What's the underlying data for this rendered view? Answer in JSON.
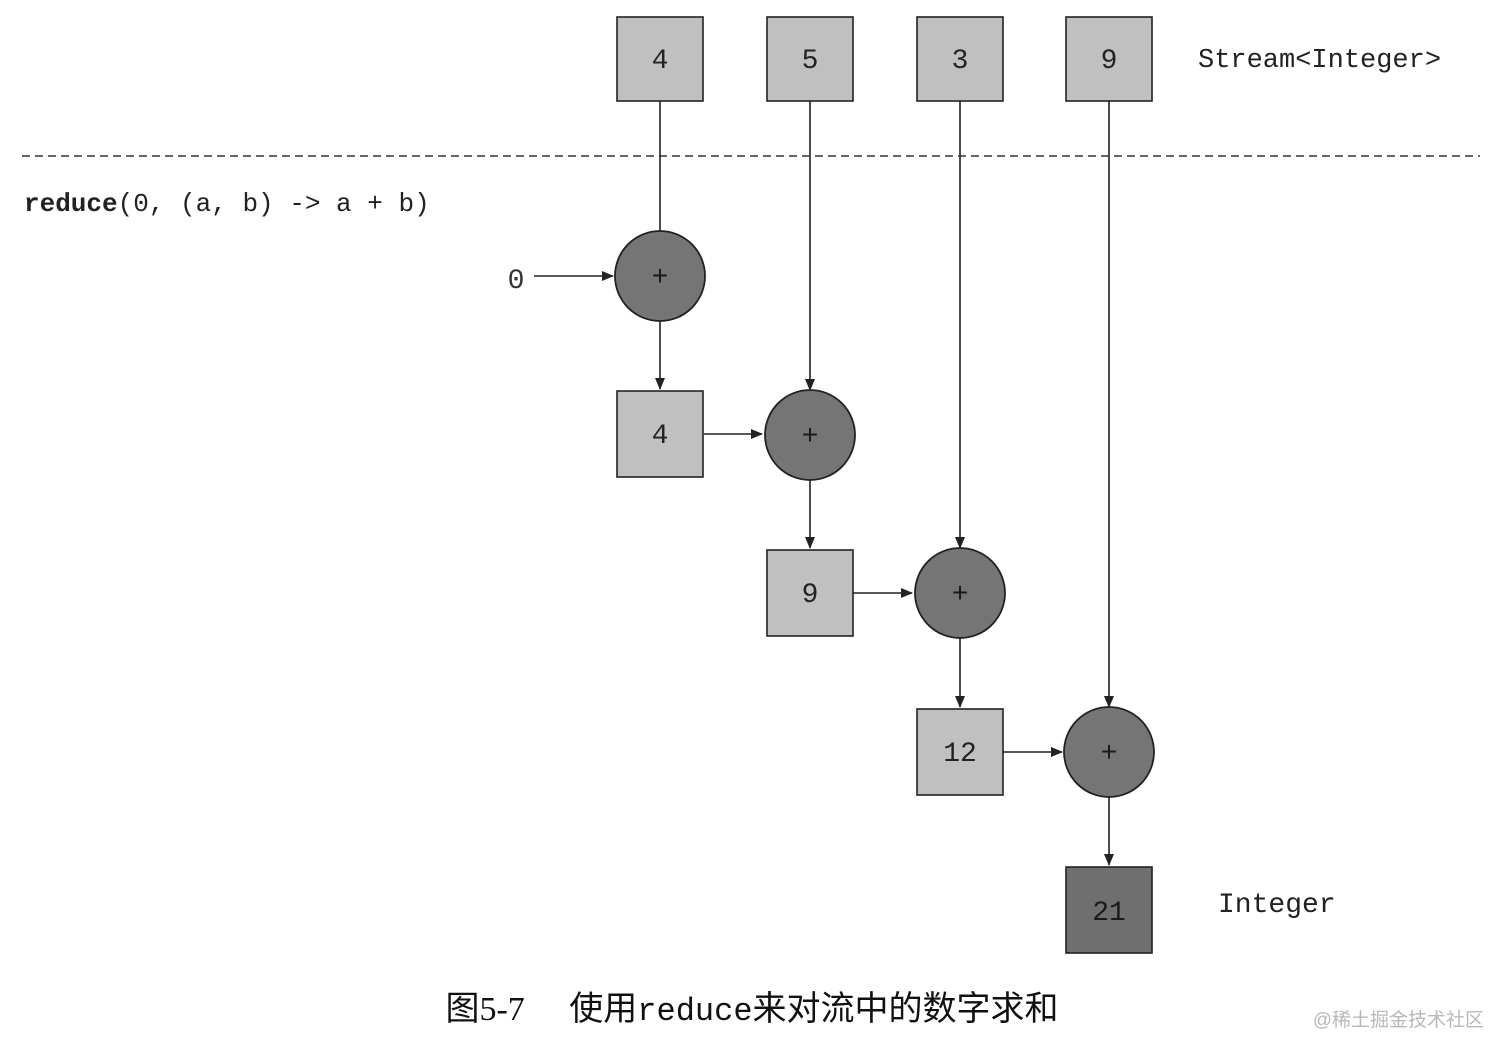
{
  "stream": {
    "values": [
      "4",
      "5",
      "3",
      "9"
    ],
    "type_label": "Stream<Integer>"
  },
  "reduce_expr": {
    "keyword": "reduce",
    "args": "(0, (a, b) -> a + b)"
  },
  "initial_value": "0",
  "operator_symbol": "+",
  "partial_results": [
    "4",
    "9",
    "12"
  ],
  "final_result": "21",
  "result_type_label": "Integer",
  "caption": {
    "figure_number": "图5-7",
    "text_prefix": "使用",
    "text_code": "reduce",
    "text_suffix": "来对流中的数字求和"
  },
  "watermark": "@稀土掘金技术社区",
  "colors": {
    "light_box": "#c0c0c0",
    "dark_box": "#6f6f6f",
    "operator_fill": "#757575",
    "stroke": "#222222"
  }
}
